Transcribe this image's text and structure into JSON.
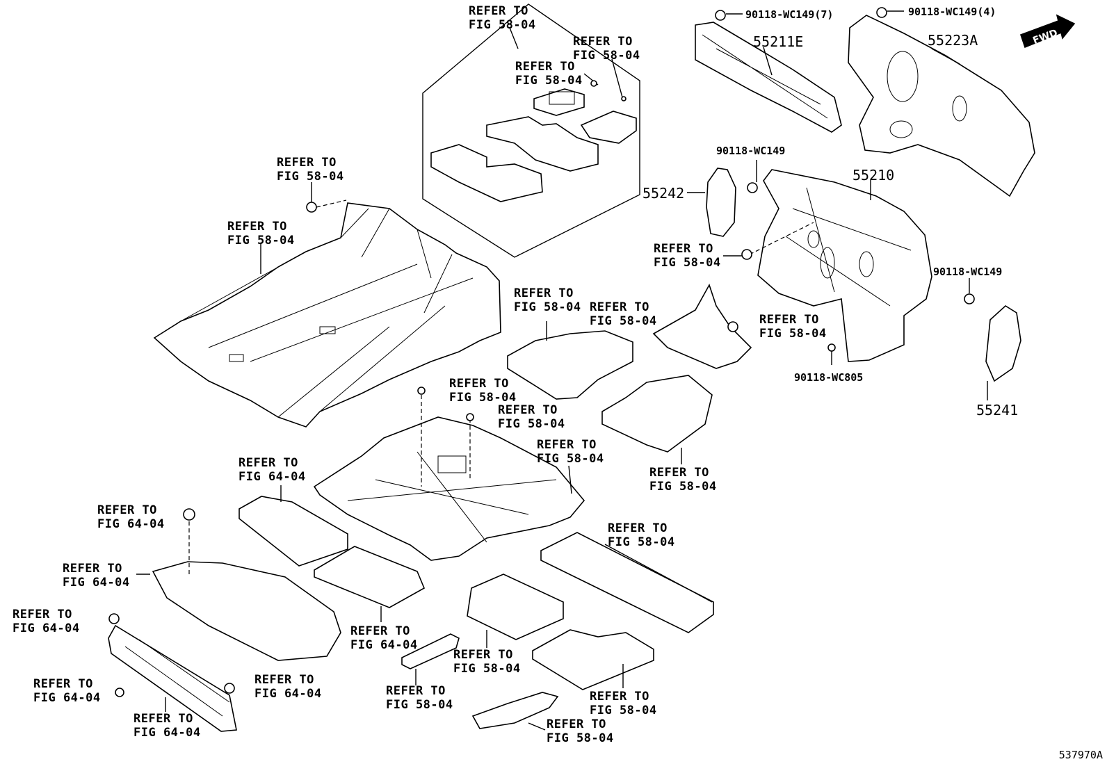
{
  "refer_to": "REFER TO",
  "fig_58_04": "FIG 58-04",
  "fig_64_04": "FIG 64-04",
  "parts": {
    "p55211E": "55211E",
    "p55223A": "55223A",
    "p55210": "55210",
    "p55242": "55242",
    "p55241": "55241",
    "clip_wc149_7": "90118-WC149(7)",
    "clip_wc149_4": "90118-WC149(4)",
    "clip_wc149_a": "90118-WC149",
    "clip_wc149_b": "90118-WC149",
    "clip_wc805": "90118-WC805"
  },
  "fwd": "FWD",
  "illustration_id": "537970A"
}
